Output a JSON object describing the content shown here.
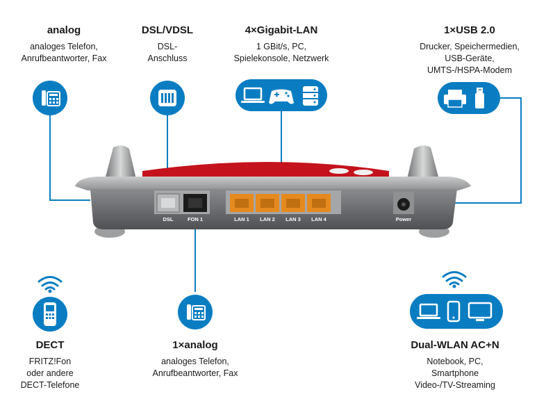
{
  "top": {
    "analog": {
      "title": "analog",
      "lines": [
        "analoges Telefon,",
        "Anrufbeantworter, Fax"
      ]
    },
    "dsl": {
      "title": "DSL/VDSL",
      "lines": [
        "DSL-",
        "Anschluss"
      ]
    },
    "lan": {
      "title": "4×Gigabit-LAN",
      "lines": [
        "1 GBit/s, PC,",
        "Spielekonsole, Netzwerk"
      ]
    },
    "usb": {
      "title": "1×USB 2.0",
      "lines": [
        "Drucker, Speichermedien,",
        "USB-Geräte,",
        "UMTS-/HSPA-Modem"
      ]
    }
  },
  "bottom": {
    "dect": {
      "title": "DECT",
      "lines": [
        "FRITZ!Fon",
        "oder andere",
        "DECT-Telefone"
      ]
    },
    "analog": {
      "title": "1×analog",
      "lines": [
        "analoges Telefon,",
        "Anrufbeantworter, Fax"
      ]
    },
    "wlan": {
      "title": "Dual-WLAN AC+N",
      "lines": [
        "Notebook, PC,",
        "Smartphone",
        "Video-/TV-Streaming"
      ]
    }
  },
  "ports": {
    "dsl": "DSL",
    "fon": "FON 1",
    "lan": [
      "LAN 1",
      "LAN 2",
      "LAN 3",
      "LAN 4"
    ],
    "power": "Power"
  },
  "icons": {
    "phone": "desk-phone-icon",
    "dsl": "dsl-socket-icon",
    "laptop": "laptop-icon",
    "gamepad": "gamepad-icon",
    "nas": "network-storage-icon",
    "printer": "printer-icon",
    "usb": "usb-stick-icon",
    "wifi": "wifi-icon",
    "dect": "cordless-phone-icon",
    "smartphone": "smartphone-icon",
    "monitor": "monitor-icon"
  },
  "colors": {
    "accent": "#0a7dc2",
    "router_body": "#6d6e71",
    "router_red": "#c4131c",
    "lan_port": "#e58a1f"
  }
}
